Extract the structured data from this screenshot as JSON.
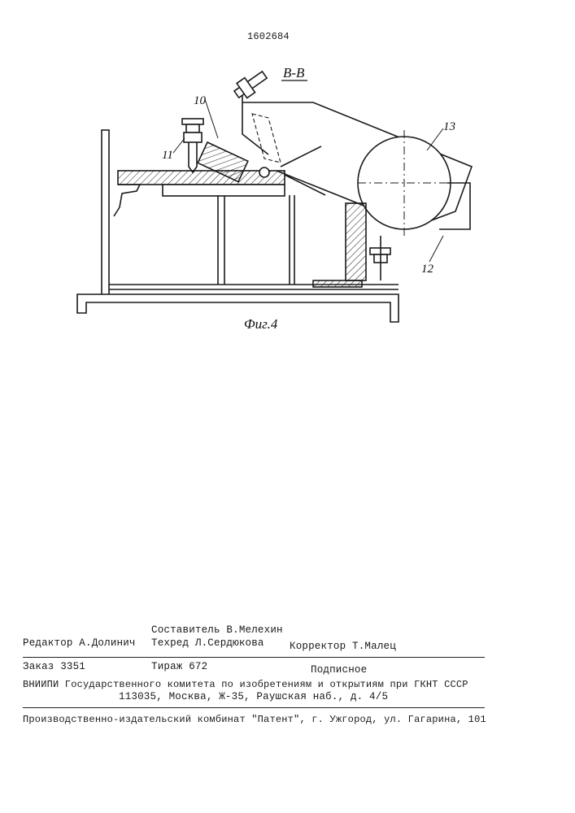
{
  "patent_number": "1602684",
  "figure": {
    "section_label": "В-В",
    "caption": "Фиг.4",
    "callouts": {
      "c10": "10",
      "c11": "11",
      "c12": "12",
      "c13": "13"
    }
  },
  "imprint": {
    "compiler": "Составитель В.Мелехин",
    "editor": "Редактор  А.Долинич",
    "techred": "Техред Л.Сердюкова",
    "corrector": "Корректор Т.Малец",
    "order": "Заказ 3351",
    "circulation": "Тираж 672",
    "subscription": "Подписное",
    "org_line1": "ВНИИПИ Государственного комитета по изобретениям и открытиям при ГКНТ СССР",
    "org_line2": "113035, Москва, Ж-35, Раушская наб., д. 4/5",
    "publisher": "Производственно-издательский комбинат \"Патент\", г. Ужгород, ул. Гагарина, 101"
  }
}
